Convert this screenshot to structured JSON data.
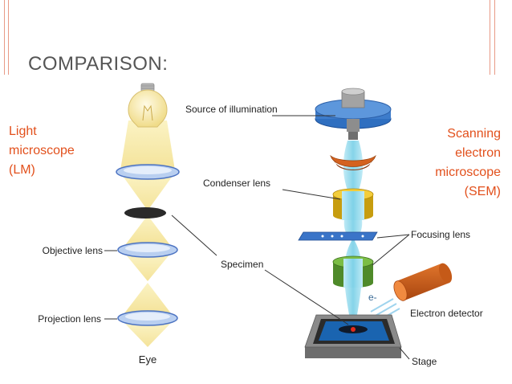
{
  "slide": {
    "title": "COMPARISON:"
  },
  "light_microscope": {
    "name_lines": [
      "Light",
      "microscope",
      "(LM)"
    ],
    "labels": {
      "objective": "Objective lens",
      "projection": "Projection lens",
      "eye": "Eye"
    }
  },
  "sem": {
    "name_lines": [
      "Scanning",
      "electron",
      "microscope",
      "(SEM)"
    ],
    "labels": {
      "source": "Source of illumination",
      "condenser": "Condenser lens",
      "specimen": "Specimen",
      "focusing": "Focusing lens",
      "electron": "e-",
      "detector": "Electron detector",
      "stage": "Stage"
    }
  },
  "colors": {
    "accent": "#e2501c",
    "beam": "#8fd8ea",
    "light_cone": "#f6e7a4",
    "lens": "#9ab8e6",
    "stage_blue": "#1a64b0",
    "condenser_lens": "#e8b81e",
    "focusing_lens": "#6aa43b",
    "source_lens": "#d4621f"
  }
}
